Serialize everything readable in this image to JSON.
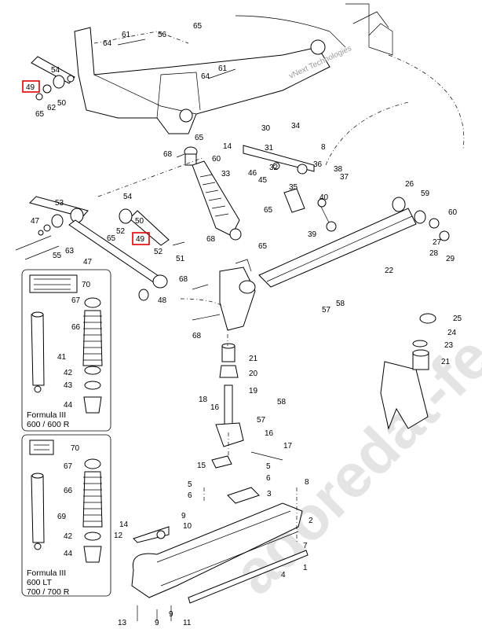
{
  "watermarks": {
    "big": "adoredat-fe.ru",
    "small": "vNext Technologies"
  },
  "highlights": [
    {
      "label": "49"
    },
    {
      "label": "49"
    }
  ],
  "colors": {
    "highlight": "#e00000",
    "line": "#000000",
    "watermark": "#9a9a9a"
  },
  "callouts": [
    "65",
    "61",
    "64",
    "56",
    "54",
    "49",
    "62",
    "50",
    "65",
    "61",
    "64",
    "30",
    "34",
    "14",
    "31",
    "8",
    "60",
    "33",
    "46",
    "32",
    "36",
    "38",
    "37",
    "45",
    "35",
    "68",
    "65",
    "65",
    "40",
    "26",
    "59",
    "60",
    "39",
    "53",
    "47",
    "55",
    "63",
    "54",
    "52",
    "65",
    "50",
    "49",
    "52",
    "51",
    "68",
    "65",
    "27",
    "28",
    "29",
    "47",
    "22",
    "68",
    "48",
    "58",
    "57",
    "25",
    "24",
    "23",
    "21",
    "68",
    "21",
    "20",
    "19",
    "18",
    "16",
    "58",
    "57",
    "16",
    "17",
    "15",
    "5",
    "6",
    "3",
    "8",
    "6",
    "5",
    "14",
    "10",
    "12",
    "9",
    "2",
    "7",
    "1",
    "4",
    "13",
    "9",
    "9",
    "11",
    "70",
    "67",
    "66",
    "41",
    "42",
    "43",
    "44",
    "70",
    "67",
    "66",
    "69",
    "42",
    "44"
  ],
  "insets": [
    {
      "title": "Formula III",
      "subtitle": "600 / 600 R"
    },
    {
      "title": "Formula III",
      "subtitle": "600 LT",
      "subtitle2": "700 / 700 R"
    }
  ]
}
